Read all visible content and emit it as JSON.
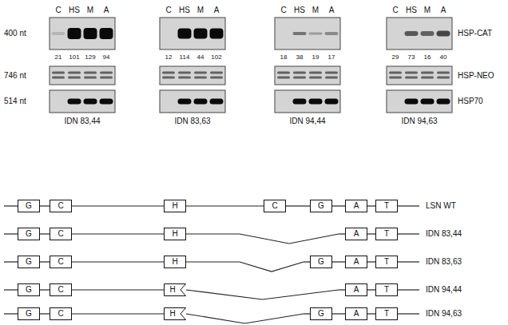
{
  "diagram": {
    "nodes": [
      {
        "text": [
          "G"
        ]
      },
      {
        "text": [
          "C"
        ]
      },
      {
        "text": [
          "H"
        ]
      },
      {
        "text": [
          "C"
        ]
      },
      {
        "text": [
          "G"
        ]
      },
      {
        "text": [
          "A"
        ]
      },
      {
        "text": [
          "T"
        ]
      },
      {
        "text": [
          "G"
        ]
      },
      {
        "text": [
          "C"
        ]
      },
      {
        "text": [
          "H"
        ]
      },
      {
        "text": [
          "A"
        ]
      },
      {
        "text": [
          "T"
        ]
      },
      {
        "text": [
          "G"
        ]
      },
      {
        "text": [
          "C"
        ]
      },
      {
        "text": [
          "H"
        ]
      },
      {
        "text": [
          "G"
        ]
      },
      {
        "text": [
          "A"
        ]
      },
      {
        "text": [
          "T"
        ]
      },
      {
        "text": [
          "G"
        ]
      },
      {
        "text": [
          "C"
        ]
      },
      {
        "text": [
          "H"
        ]
      },
      {
        "text": [
          "A"
        ]
      },
      {
        "text": [
          "T"
        ]
      },
      {
        "text": [
          "G"
        ]
      },
      {
        "text": [
          "C"
        ]
      },
      {
        "text": [
          "H"
        ]
      },
      {
        "text": [
          "G"
        ]
      },
      {
        "text": [
          "A"
        ]
      },
      {
        "text": [
          "T"
        ]
      }
    ],
    "labels": [
      "C",
      "HS",
      "M",
      "A",
      "C",
      "HS",
      "M",
      "A",
      "C",
      "HS",
      "M",
      "A",
      "C",
      "HS",
      "M",
      "A",
      "400 nt",
      "746 nt",
      "514 nt",
      "21",
      "101",
      "129",
      "94",
      "12",
      "114",
      "44",
      "102",
      "18",
      "38",
      "19",
      "17",
      "29",
      "73",
      "16",
      "40",
      "HSP-CAT",
      "HSP-NEO",
      "HSP70",
      "IDN 83,44",
      "IDN 83,63",
      "IDN 94,44",
      "IDN 94,63",
      "LSN WT",
      "IDN 83,44",
      "IDN 83,63",
      "IDN 94,44",
      "IDN 94,63"
    ]
  }
}
